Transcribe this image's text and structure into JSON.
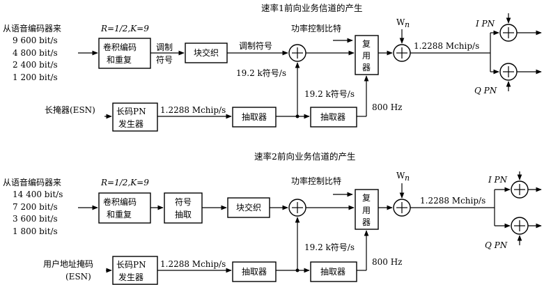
{
  "top": {
    "title": "速率1前向业务信道的产生",
    "source_label": "从语音编码器来",
    "rates": [
      "9 600 bit/s",
      "4 800 bit/s",
      "2 400 bit/s",
      "1 200 bit/s"
    ],
    "encoder_params": "R=1/2,K=9",
    "encoder_box": [
      "卷积编码",
      "和重复"
    ],
    "mod_symbol_label": [
      "调制",
      "符号"
    ],
    "interleaver_box": "块交织",
    "mod_symbol_label2": "调制符号",
    "power_control_label": "功率控制比特",
    "mux_box": [
      "复",
      "用",
      "器"
    ],
    "walsh_label": "W",
    "walsh_sub": "n",
    "chip_rate": "1.2288 Mchip/s",
    "i_pn": "I PN",
    "q_pn": "Q PN",
    "rate_19_2_a": "19.2 k符号/s",
    "rate_19_2_b": "19.2 k符号/s",
    "long_code_label": "长掩器(ESN)",
    "pn_gen_box": [
      "长码PN",
      "发生器"
    ],
    "pn_rate": "1.2288 Mchip/s",
    "decimator1": "抽取器",
    "decimator2": "抽取器",
    "hz_label": "800 Hz"
  },
  "bottom": {
    "title": "速率2前向业务信道的产生",
    "source_label": "从语音编码器来",
    "rates": [
      "14 400 bit/s",
      "7 200 bit/s",
      "3 600 bit/s",
      "1 800 bit/s"
    ],
    "encoder_params": "R=1/2,K=9",
    "encoder_box": [
      "卷积编码",
      "和重复"
    ],
    "puncture_box": [
      "符号",
      "抽取"
    ],
    "interleaver_box": "块交织",
    "power_control_label": "功率控制比特",
    "mux_box": [
      "复",
      "用",
      "器"
    ],
    "walsh_label": "W",
    "walsh_sub": "n",
    "chip_rate": "1.2288 Mchip/s",
    "i_pn": "I PN",
    "q_pn": "Q PN",
    "rate_19_2": "19.2 k符号/s",
    "long_code_label": [
      "用户地址掩码",
      "(ESN)"
    ],
    "pn_gen_box": [
      "长码PN",
      "发生器"
    ],
    "pn_rate": "1.2288 Mchip/s",
    "decimator1": "抽取器",
    "decimator2": "抽取器",
    "hz_label": "800 Hz"
  }
}
